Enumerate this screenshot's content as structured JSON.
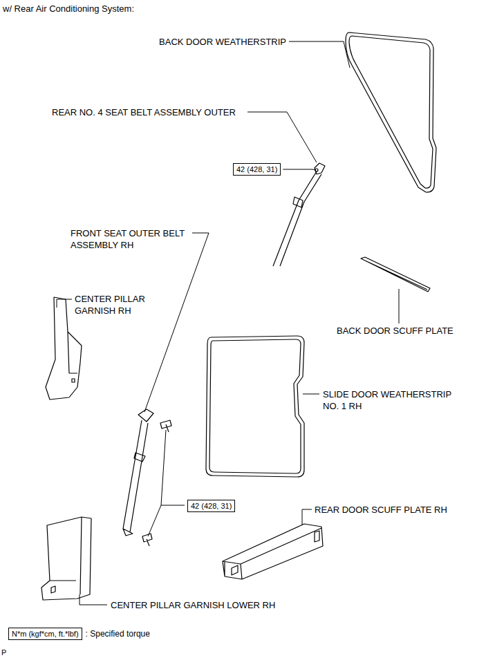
{
  "diagram": {
    "title": "w/ Rear Air Conditioning System:",
    "nodes": [
      {
        "text": [
          "42 (428, 31)"
        ]
      },
      {
        "text": [
          "42 (428, 31)"
        ]
      },
      {
        "text": [
          "N*m (kgf*cm, ft.*lbf)"
        ]
      }
    ],
    "labels": [
      "BACK DOOR WEATHERSTRIP",
      "REAR NO. 4 SEAT BELT ASSEMBLY OUTER",
      "FRONT SEAT OUTER BELT ASSEMBLY RH",
      "CENTER PILLAR GARNISH RH",
      "BACK DOOR SCUFF PLATE",
      "SLIDE DOOR WEATHERSTRIP NO. 1 RH",
      "REAR DOOR SCUFF PLATE RH",
      "CENTER PILLAR GARNISH LOWER RH",
      "P"
    ],
    "legend": [
      {
        "text": ": Specified torque"
      }
    ]
  }
}
